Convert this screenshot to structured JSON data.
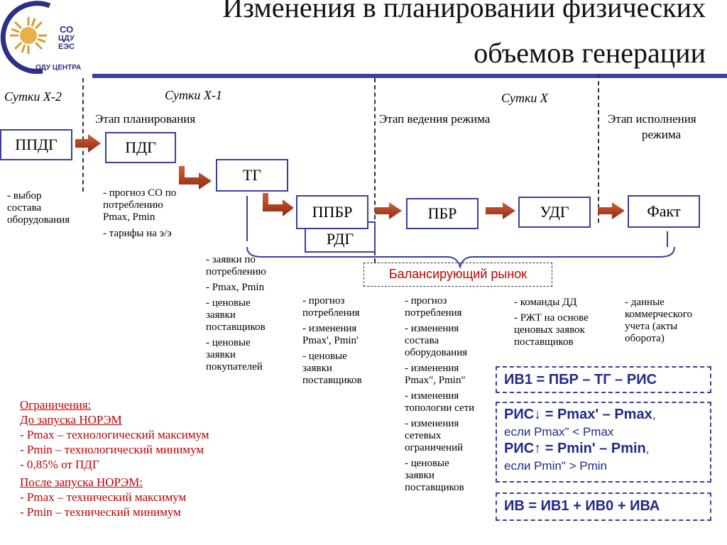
{
  "title_line1": "Изменения в планировании физических",
  "title_line2": "объемов генерации",
  "logo": {
    "line1": "СО",
    "line2": "ЦДУ",
    "line3": "ЕЭС",
    "bottom": "ОДУ ЦЕНТРА"
  },
  "days": {
    "x2": "Сутки Х-2",
    "x1": "Сутки Х-1",
    "x": "Сутки Х"
  },
  "stages": {
    "planning": "Этап планирования",
    "operation": "Этап ведения режима",
    "execution_l1": "Этап исполнения",
    "execution_l2": "режима"
  },
  "boxes": {
    "ppdg": "ППДГ",
    "pdg": "ПДГ",
    "tg": "ТГ",
    "ppbr": "ППБР",
    "rdg": "РДГ",
    "pbr": "ПБР",
    "udg": "УДГ",
    "fact": "Факт"
  },
  "notes": {
    "ppdg": [
      "- выбор",
      "состава",
      "оборудования"
    ],
    "pdg": [
      "- прогноз СО по",
      "потреблению",
      "Pmax, Pmin"
    ],
    "pdg2": "- тарифы на э/э",
    "tg": [
      [
        "- заявки по",
        "потреблению"
      ],
      [
        "- Pmax, Pmin"
      ],
      [
        "- ценовые",
        "заявки",
        "поставщиков"
      ],
      [
        "- ценовые",
        "заявки",
        "покупателей"
      ]
    ],
    "ppbr": [
      [
        "- прогноз",
        "потребления"
      ],
      [
        "-  изменения",
        "Pmax', Pmin'"
      ],
      [
        "- ценовые",
        "заявки",
        "поставщиков"
      ]
    ],
    "pbr": [
      [
        "- прогноз",
        "потребления"
      ],
      [
        "- изменения",
        "состава",
        "оборудования"
      ],
      [
        "- изменения",
        "Pmax\", Pmin\""
      ],
      [
        "- изменения",
        "топологии сети"
      ],
      [
        "- изменения",
        "сетевых",
        "ограничений"
      ],
      [
        "- ценовые",
        "заявки",
        "поставщиков"
      ]
    ],
    "udg": [
      [
        "- команды ДД"
      ],
      [
        "- РЖТ на основе",
        "ценовых заявок",
        "поставщиков"
      ]
    ],
    "fact": [
      "- данные",
      "коммерческого",
      "учета (акты",
      "оборота)"
    ]
  },
  "balancing_market": "Балансирующий рынок",
  "formulas": {
    "iv1": "ИВ1 = ПБР – ТГ – РИС",
    "ris_down_a": "РИС",
    "ris_down_b": " = Pmax' – Pmax",
    "ris_down_comma": ",",
    "ris_down_cond": "если Pmax\" < Pmax",
    "ris_up_a": "РИС",
    "ris_up_b": " = Pmin'  – Pmin",
    "ris_up_comma": ",",
    "ris_up_cond": "если Pmin\"  > Pmin",
    "iv": "ИВ = ИВ1 + ИВ0 + ИВА"
  },
  "limits": {
    "header": "Ограничения:",
    "before": "До запуска НОРЭМ",
    "before_items": [
      "- Pmax – технологический максимум",
      "- Pmin – технологический минимум",
      "- 0,85% от ПДГ"
    ],
    "after": "После запуска НОРЭМ:",
    "after_items": [
      "- Pmax – технический максимум",
      "- Pmin – технический минимум"
    ]
  },
  "colors": {
    "accent": "#3a3f9e",
    "arrow": "#b33a1a",
    "red": "#c00000",
    "formula": "#1f2a8a"
  }
}
